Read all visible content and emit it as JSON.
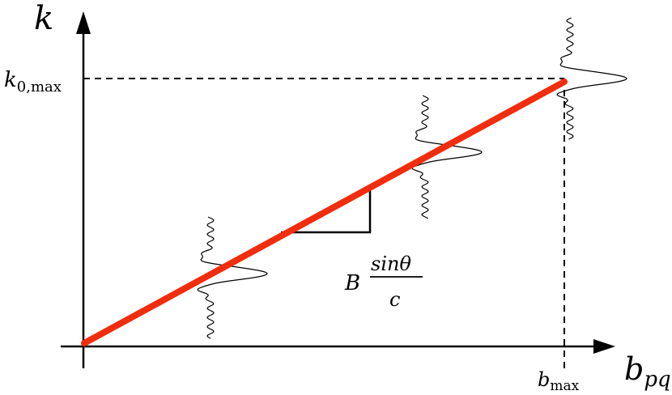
{
  "labels": {
    "y_axis": "k",
    "x_axis_base": "b",
    "x_axis_sub": "pq",
    "k0_base": "k",
    "k0_sub": "0,max",
    "bmax_base": "b",
    "bmax_sub": "max",
    "slope_coef": "B",
    "slope_num": "sinθ",
    "slope_den": "c"
  },
  "colors": {
    "line": "#f02d0e",
    "axis": "#000000"
  }
}
